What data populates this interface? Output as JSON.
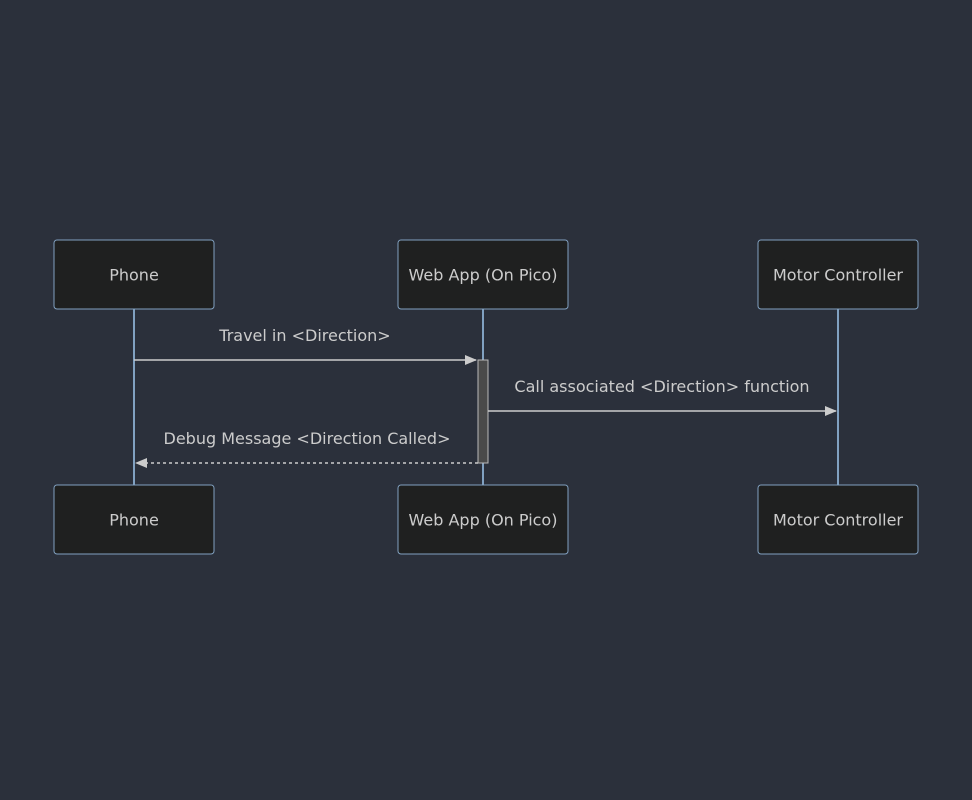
{
  "diagram": {
    "type": "sequence",
    "colors": {
      "background": "#2b303b",
      "actor_fill": "#1f2020",
      "actor_border": "#81a1c1",
      "lifeline": "#81a1c1",
      "actor_text": "#cccccc",
      "message_line": "#cccccc",
      "message_text": "#cccccc",
      "activation_fill": "#4a4a4a",
      "activation_border": "#b9b9b9"
    },
    "actors": [
      {
        "id": "phone",
        "label": "Phone"
      },
      {
        "id": "webapp",
        "label": "Web App (On Pico)"
      },
      {
        "id": "motor",
        "label": "Motor Controller"
      }
    ],
    "messages": [
      {
        "from": "phone",
        "to": "webapp",
        "label": "Travel in <Direction>",
        "style": "solid"
      },
      {
        "from": "webapp",
        "to": "motor",
        "label": "Call associated <Direction> function",
        "style": "solid"
      },
      {
        "from": "webapp",
        "to": "phone",
        "label": "Debug Message <Direction Called>",
        "style": "dashed"
      }
    ],
    "activations": [
      {
        "actor": "webapp",
        "from_message": 0,
        "to_message": 2
      }
    ]
  }
}
